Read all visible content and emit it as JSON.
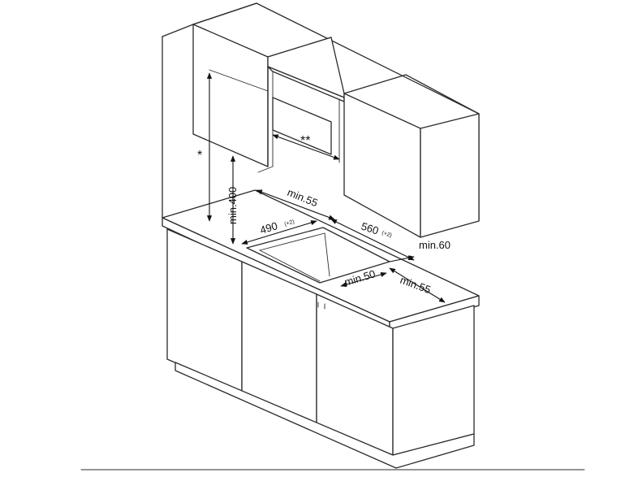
{
  "labels": {
    "min55_back": "min.55",
    "min400": "min.400",
    "d490": "490",
    "d490_tol": "(+2)",
    "d560": "560",
    "d560_tol": "(+2)",
    "min60": "min.60",
    "min50": "min.50",
    "min55_front": "min.55",
    "star_single": "*",
    "star_double": "**"
  }
}
